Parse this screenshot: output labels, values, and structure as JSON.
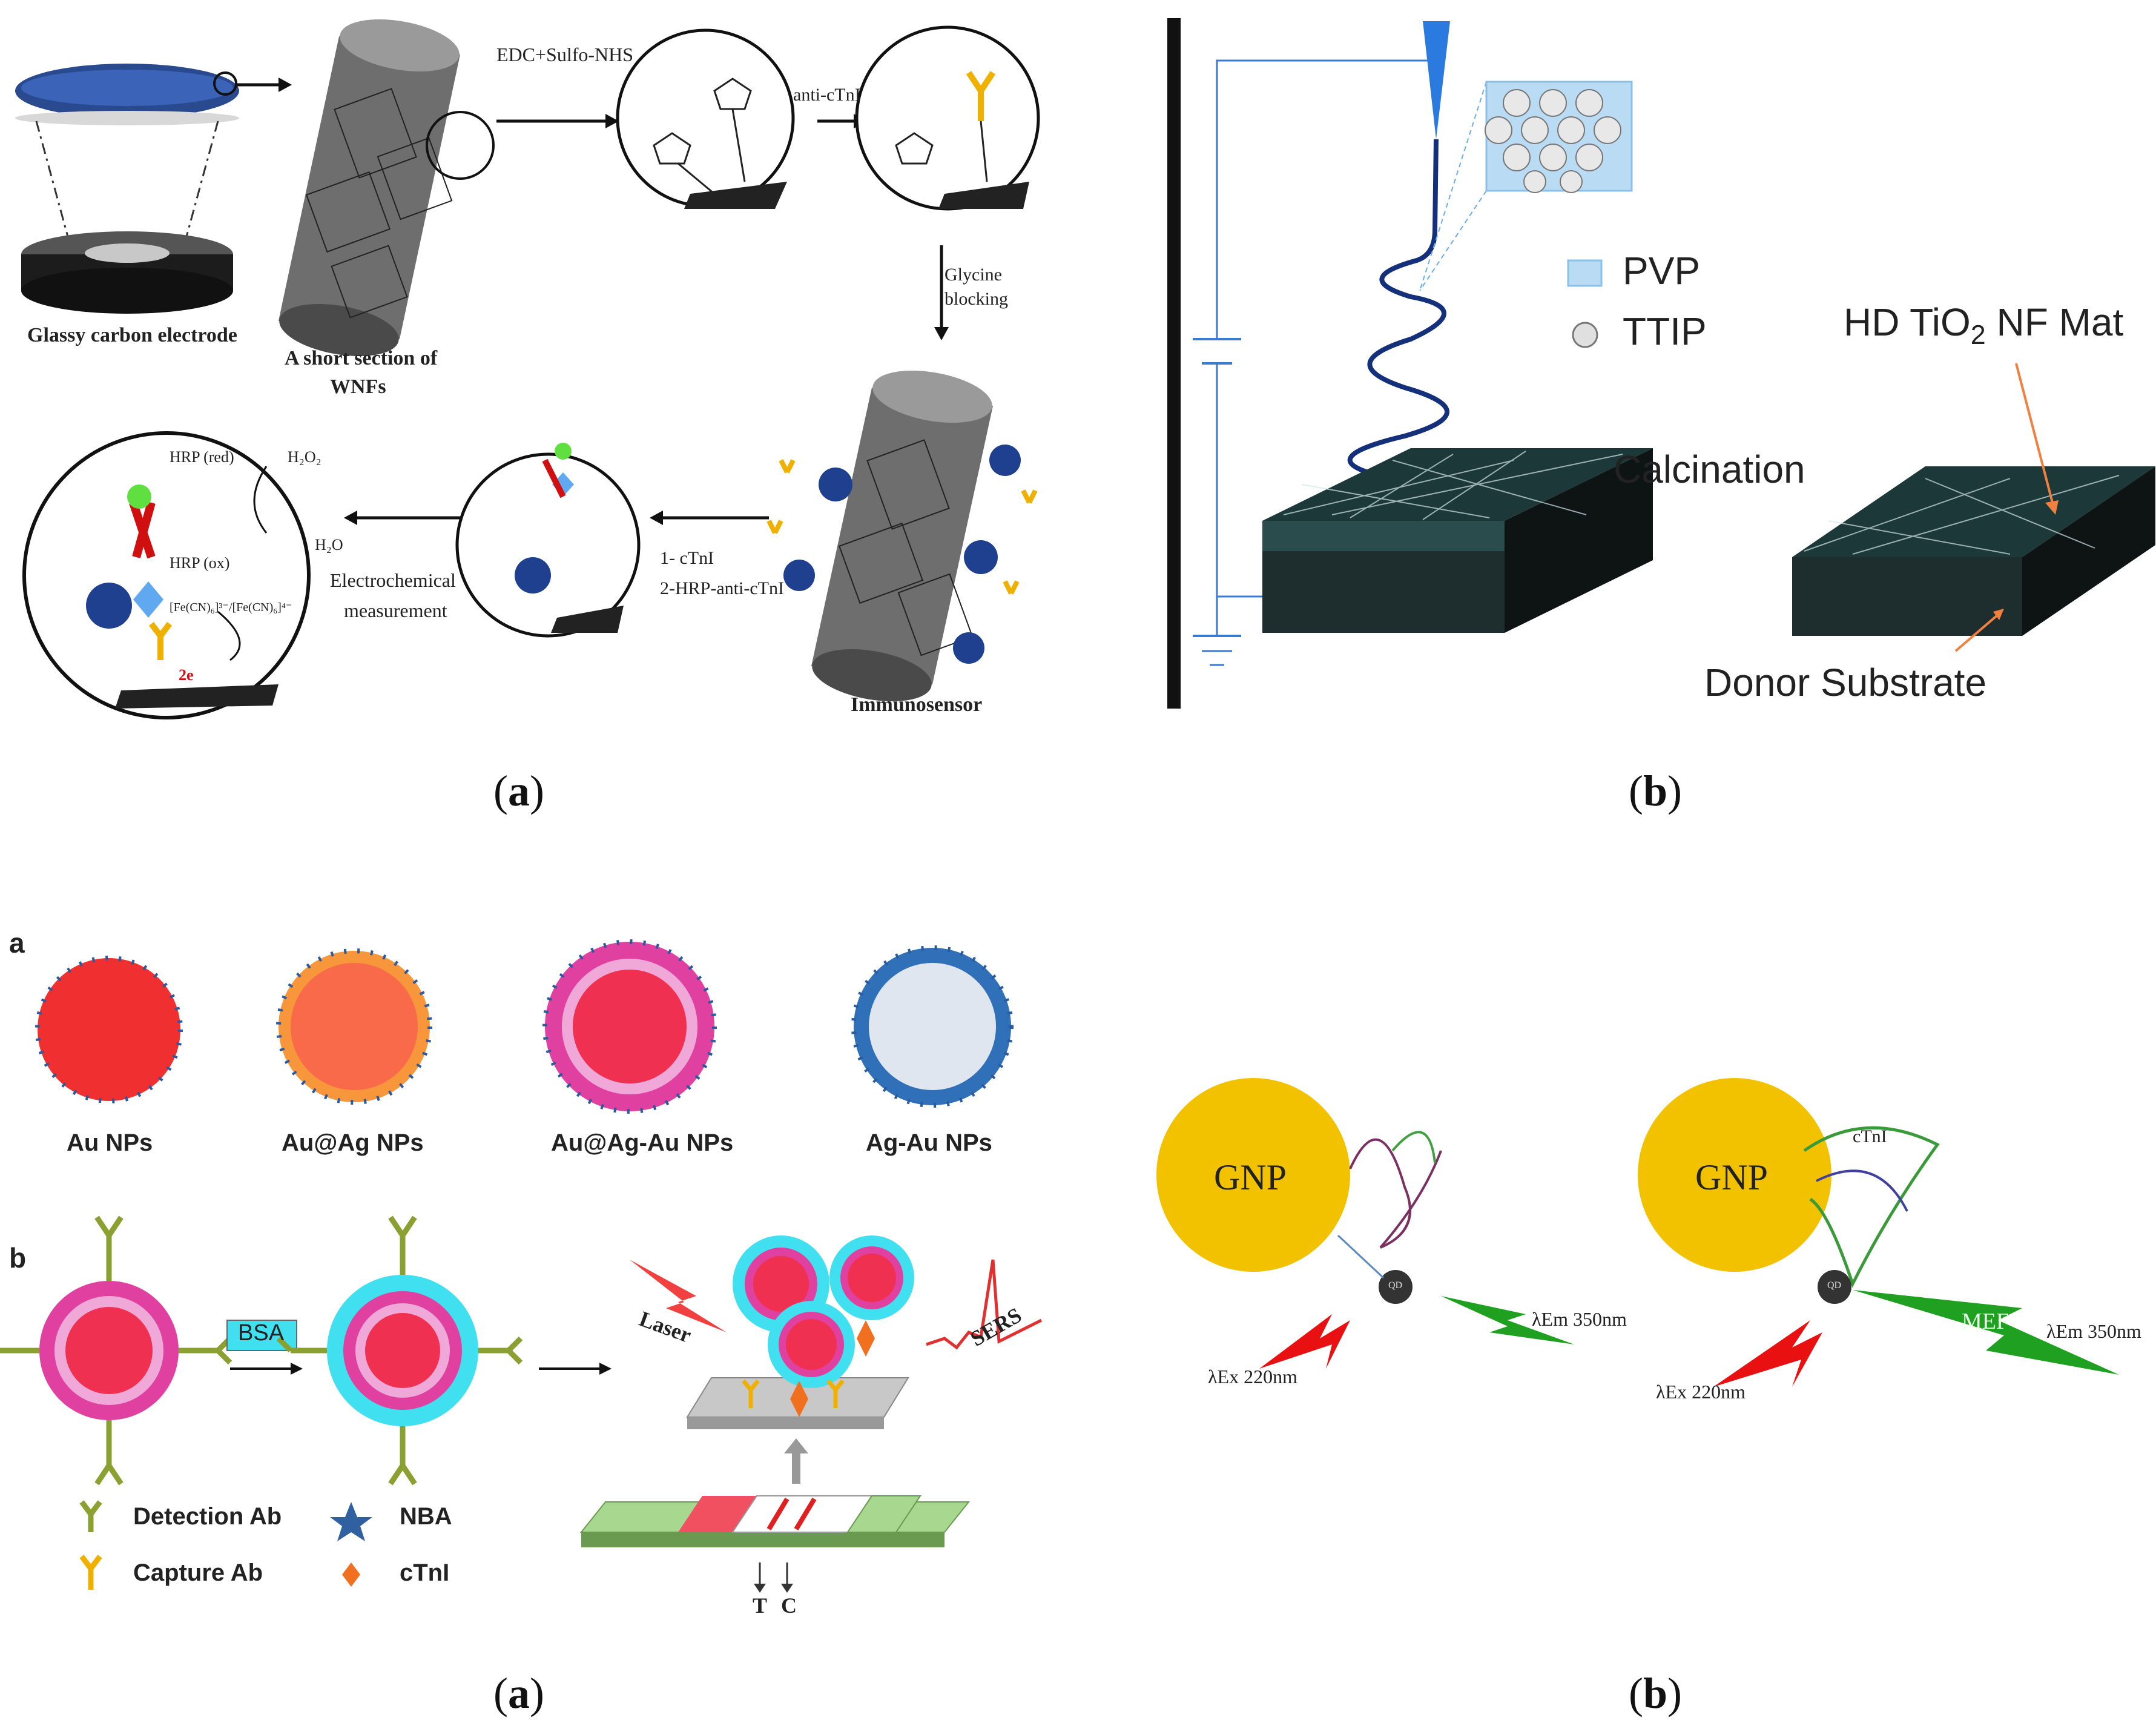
{
  "figure_top": {
    "panel_a": {
      "caption": "a",
      "glassy_carbon_electrode": "Glassy carbon electrode",
      "short_section_1": "A short section of",
      "short_section_2": "WNFs",
      "edc": "EDC+Sulfo-NHS",
      "anti_ctni": "anti-cTnI",
      "glycine_1": "Glycine",
      "glycine_2": "blocking",
      "immunosensor": "Immunosensor",
      "step_1": "1- cTnI",
      "step_2": "2-HRP-anti-cTnI",
      "electrochem_1": "Electrochemical",
      "electrochem_2": "measurement",
      "hrp_red": "HRP (red)",
      "hrp_ox": "HRP (ox)",
      "h2o2": "H₂O₂",
      "h2o": "H₂O",
      "ferro": "[Fe(CN)₆]³⁻/[Fe(CN)₆]⁴⁻",
      "electrons": "2e"
    },
    "panel_b": {
      "caption": "b",
      "pvp": "PVP",
      "ttip": "TTIP",
      "mat_label": "HD TiO",
      "mat_sub": "2",
      "mat_tail": " NF Mat",
      "calcination": "Calcination",
      "donor": "Donor Substrate"
    }
  },
  "figure_bottom": {
    "panel_a": {
      "caption": "a",
      "row_a": "a",
      "row_b": "b",
      "np_labels": [
        "Au NPs",
        "Au@Ag NPs",
        "Au@Ag-Au NPs",
        "Ag-Au NPs"
      ],
      "bsa": "BSA",
      "laser": "Laser",
      "sers": "SERS",
      "legend_detection": "Detection Ab",
      "legend_capture": "Capture Ab",
      "legend_nba": "NBA",
      "legend_ctni": "cTnI",
      "strip_t": "T",
      "strip_c": "C"
    },
    "panel_b": {
      "caption": "b",
      "gnp": "GNP",
      "qd": "QD",
      "ex": "λEx 220nm",
      "em": "λEm 350nm",
      "ctni": "cTnI",
      "mef": "MEF"
    }
  },
  "colors": {
    "gold": "#f2c200",
    "au_red": "#f03030",
    "au_ag_orange": "#f7963a",
    "pink": "#e040a0",
    "ag_blue": "#3070b8",
    "bsa_cyan": "#40e0f0",
    "green_ab": "#8aa030",
    "yellow_ab": "#f0b000",
    "arrow_blue": "#3c8fe0"
  }
}
